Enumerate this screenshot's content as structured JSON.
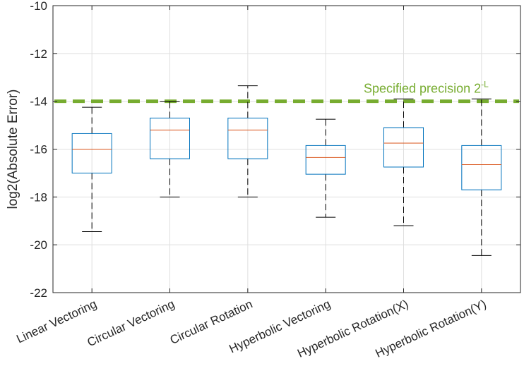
{
  "chart_data": {
    "type": "box",
    "title": "",
    "xlabel": "",
    "ylabel": "log2(Absolute Error)",
    "ylim": [
      -22,
      -10
    ],
    "yticks": [
      -22,
      -20,
      -18,
      -16,
      -14,
      -12,
      -10
    ],
    "ytick_labels": [
      "-22",
      "-20",
      "-18",
      "-16",
      "-14",
      "-12",
      "-10"
    ],
    "grid": true,
    "categories": [
      "Linear Vectoring",
      "Circular Vectoring",
      "Circular Rotation",
      "Hyperbolic Vectoring",
      "Hyperbolic Rotation(X)",
      "Hyperbolic Rotation(Y)"
    ],
    "boxes": [
      {
        "whisker_low": -19.45,
        "q1": -17.0,
        "median": -16.0,
        "q3": -15.35,
        "whisker_high": -14.25
      },
      {
        "whisker_low": -18.0,
        "q1": -16.4,
        "median": -15.2,
        "q3": -14.7,
        "whisker_high": -14.0
      },
      {
        "whisker_low": -18.0,
        "q1": -16.4,
        "median": -15.2,
        "q3": -14.7,
        "whisker_high": -13.35
      },
      {
        "whisker_low": -18.85,
        "q1": -17.05,
        "median": -16.35,
        "q3": -15.85,
        "whisker_high": -14.75
      },
      {
        "whisker_low": -19.2,
        "q1": -16.75,
        "median": -15.75,
        "q3": -15.1,
        "whisker_high": -13.9
      },
      {
        "whisker_low": -20.45,
        "q1": -17.7,
        "median": -16.65,
        "q3": -15.85,
        "whisker_high": -13.9
      }
    ],
    "reference_line": {
      "y": -14,
      "label": "Specified  precision  2",
      "label_sup": "-L",
      "color": "#77ac30"
    },
    "colors": {
      "box": "#0072bd",
      "median": "#d95319",
      "whisker": "#000000",
      "axis": "#262626",
      "grid": "#dfdfdf"
    }
  }
}
